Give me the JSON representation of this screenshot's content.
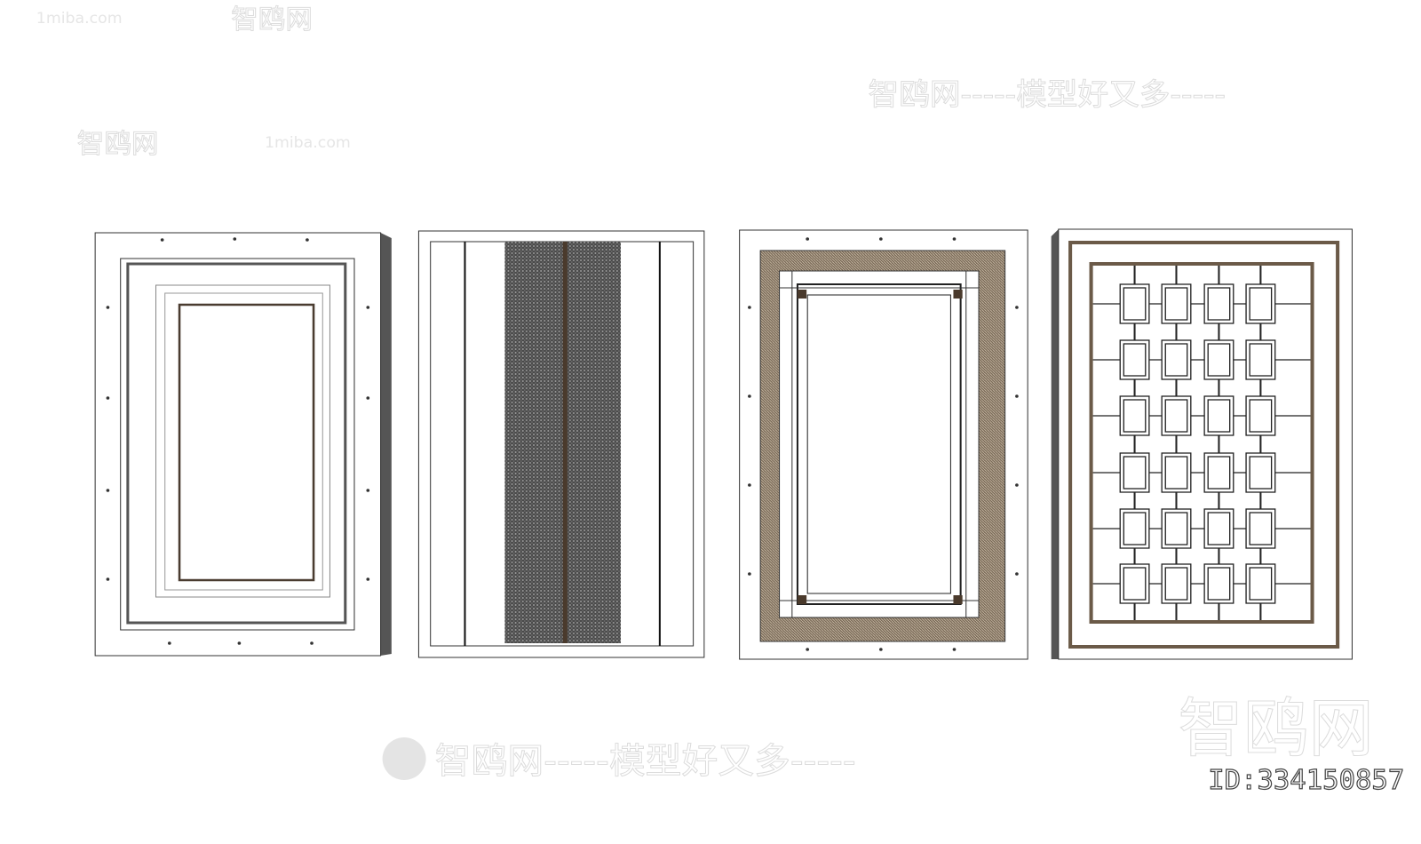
{
  "watermarks": {
    "site": "1miba.com",
    "brand": "智鸥网",
    "slogan": "智鸥网-----模型好又多-----",
    "brand_large": "智鸥网",
    "model_id": "ID:334150857"
  },
  "colors": {
    "frame_brown": "#6b5a48",
    "fabric_gray": "#5a5a5a",
    "outline": "#222222"
  },
  "panels": [
    {
      "name": "panel-carved-corner-frame"
    },
    {
      "name": "panel-fabric-center-strip"
    },
    {
      "name": "panel-fluted-brown-frame"
    },
    {
      "name": "panel-lattice-grid",
      "lattice_columns": 4,
      "lattice_rows": 6
    }
  ]
}
